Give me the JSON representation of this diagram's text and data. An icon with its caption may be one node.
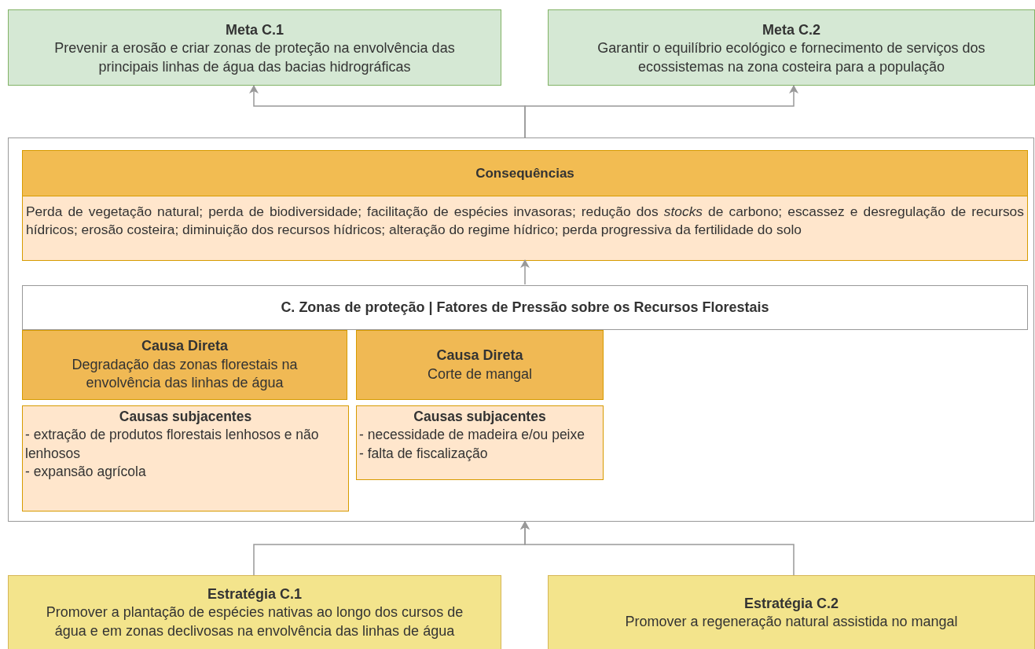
{
  "diagram": {
    "nodes": [
      {
        "text": [
          "Meta C.1",
          "Prevenir a erosão e criar zonas de proteção na envolvência das principais linhas de água das bacias hidrográficas"
        ]
      },
      {
        "text": [
          "Meta C.2",
          "Garantir o equilíbrio ecológico e fornecimento de serviços dos ecossistemas na zona costeira para a população"
        ]
      },
      {
        "text": [],
        "shape": "box"
      },
      {
        "text": [
          "Consequências",
          "Perda de vegetação natural; perda de biodiversidade; facilitação de espécies invasoras; redução dos *stocks* de carbono; escassez e desregulação de recursos hídricos; erosão costeira; diminuição dos recursos hídricos; alteração do regime hídrico; perda progressiva da fertilidade do solo"
        ],
        "in": 2
      },
      {
        "text": [
          "C. Zonas de proteção | Fatores de Pressão sobre os Recursos Florestais"
        ],
        "in": 2
      },
      {
        "text": [
          "Causa Direta",
          "Degradação das zonas florestais na envolvência das linhas de água"
        ],
        "in": 2
      },
      {
        "text": [
          "Causa Direta",
          "Corte de mangal"
        ],
        "in": 2
      },
      {
        "text": [
          "Causas subjacentes",
          "- extração de produtos florestais lenhosos e não lenhosos",
          "- expansão agrícola"
        ],
        "in": 2
      },
      {
        "text": [
          "Causas subjacentes",
          "- necessidade de madeira e/ou peixe",
          "- falta de fiscalização"
        ],
        "in": 2
      },
      {
        "text": [
          "Estratégia C.1",
          "Promover a plantação de espécies nativas ao longo dos cursos de água e em zonas declivosas na envolvência das linhas de água"
        ]
      },
      {
        "text": [
          "Estratégia C.2",
          "Promover a regeneração natural assistida no mangal"
        ]
      }
    ],
    "edges": [
      {
        "from": 2,
        "to": 0,
        "arrow": "to"
      },
      {
        "from": 2,
        "to": 1,
        "arrow": "to"
      },
      {
        "from": 4,
        "to": 3,
        "arrow": "to"
      },
      {
        "from": 9,
        "to": 2,
        "arrow": "to"
      },
      {
        "from": 10,
        "to": 2,
        "arrow": "to"
      }
    ]
  }
}
